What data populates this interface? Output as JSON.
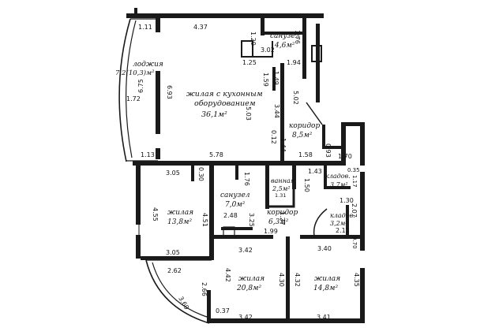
{
  "rooms": {
    "loggia": {
      "name": "лоджия",
      "area": "7,2(10,3)м²"
    },
    "living_kitchen": {
      "name1": "жилая с кухонным",
      "name2": "оборудованием",
      "area": "36,1м²"
    },
    "bath_top": {
      "name": "санузел",
      "area": "4,6м²"
    },
    "corridor_top": {
      "name": "коридор",
      "area": "8,5м²"
    },
    "bath_mid": {
      "name": "санузел",
      "area": "7,0м²"
    },
    "bathroom_small": {
      "name": "ванная",
      "area": "2,5м²"
    },
    "pantry_1": {
      "name": "кладов.",
      "area": "3,7м²"
    },
    "pantry_2": {
      "name": "кладов.",
      "area": "3,2м²"
    },
    "living_left": {
      "name": "жилая",
      "area": "13,8м²"
    },
    "corridor_mid": {
      "name": "коридор",
      "area": "6,3м²"
    },
    "living_center": {
      "name": "жилая",
      "area": "20,8м²"
    },
    "living_right": {
      "name": "жилая",
      "area": "14,8м²"
    }
  },
  "dims": {
    "d111": "1.11",
    "d437": "4.37",
    "d120": "1.20",
    "d176a": "1.76",
    "d693": "6.93",
    "d675": "6.75",
    "d172": "1.72",
    "d125": "1.25",
    "d302": "3.02",
    "d194": "1.94",
    "d159": "1.59",
    "d149": "1.49",
    "d344": "3.44",
    "d503": "5.03",
    "d502": "5.02",
    "d113": "1.13",
    "d578": "5.78",
    "d012": "0.12",
    "d144": "1.44",
    "d158": "1.58",
    "d093": "0.93",
    "d170": "1.70",
    "d305a": "3.05",
    "d030": "0.30",
    "d176b": "1.76",
    "d131": "1.31",
    "d150": "1.50",
    "d143": "1.43",
    "d035": "0.35",
    "d117": "1.17",
    "d130": "1.30",
    "d455": "4.55",
    "d451": "4.51",
    "d248": "2.48",
    "d325": "3.25",
    "d127": "1.27",
    "d199": "1.99",
    "d207": "2.07",
    "d211": "2.11",
    "d305b": "3.05",
    "d342a": "3.42",
    "d340": "3.40",
    "d070": "0.70",
    "d262": "2.62",
    "d442": "4.42",
    "d430": "4.30",
    "d432": "4.32",
    "d435": "4.35",
    "d266": "2.66",
    "d369": "3.69",
    "d037": "0.37",
    "d342b": "3.42",
    "d341": "3.41"
  }
}
